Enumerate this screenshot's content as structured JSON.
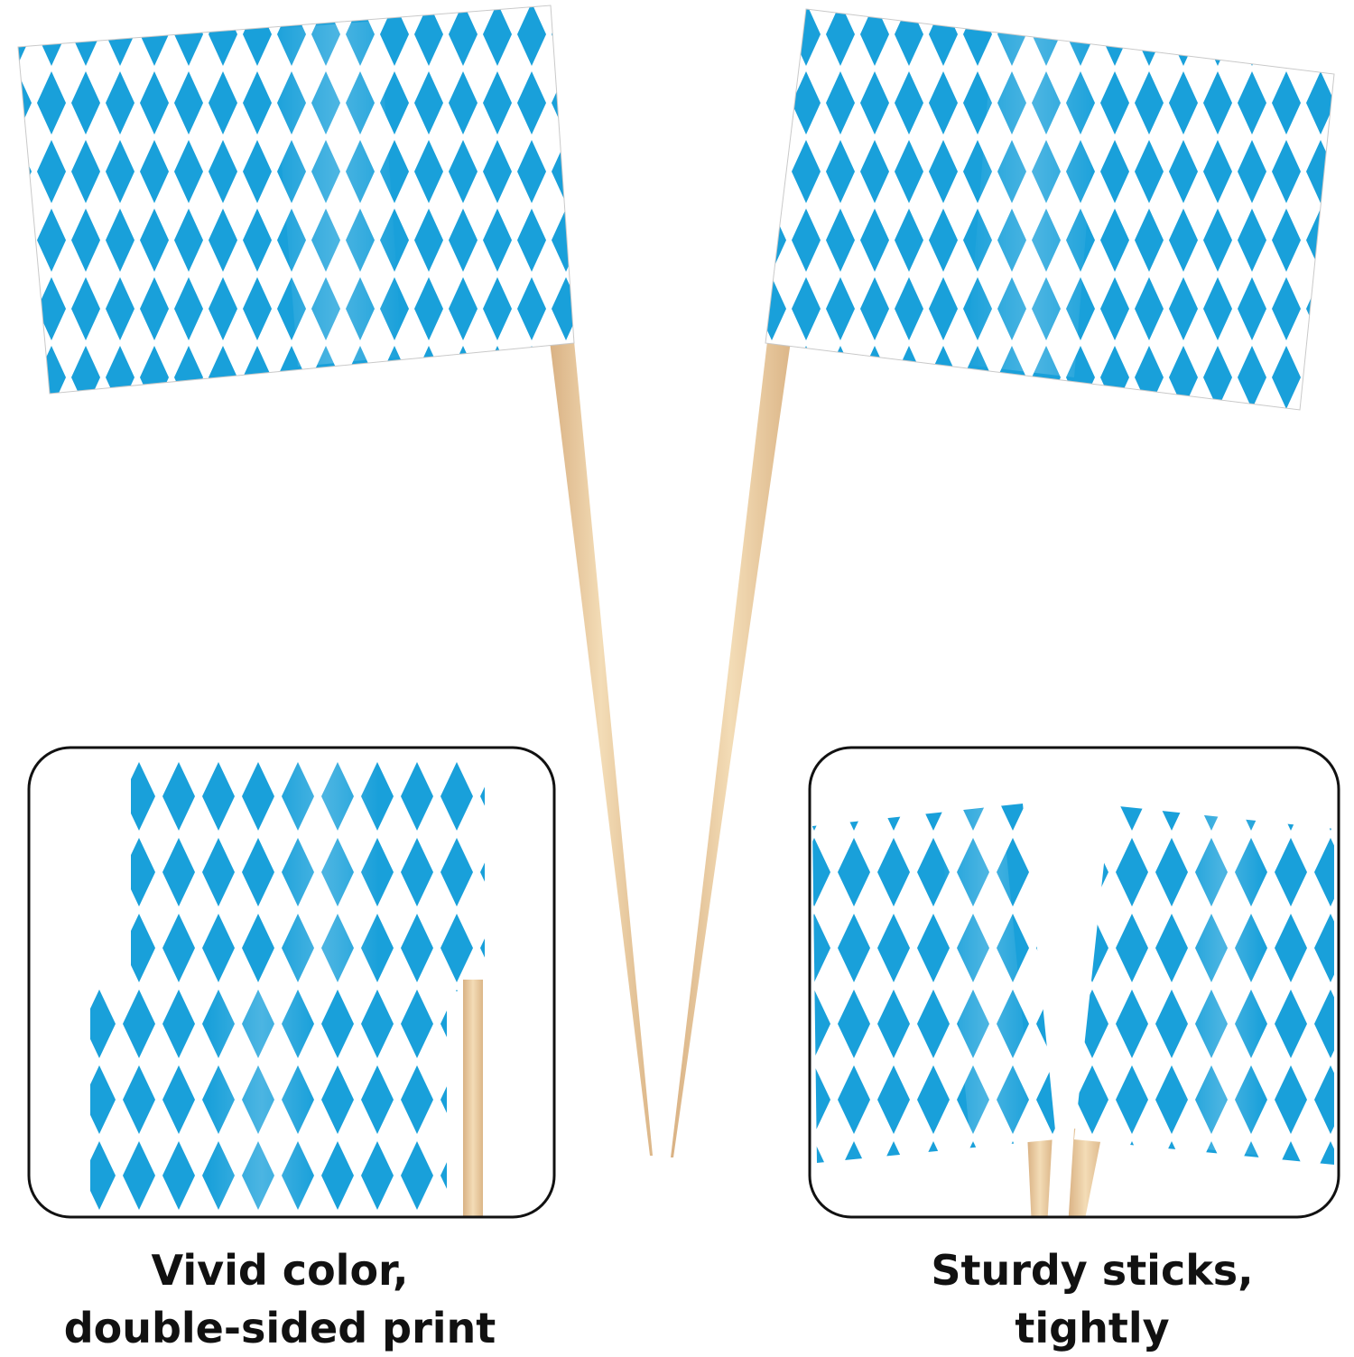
{
  "colors": {
    "flag_blue": "#19a0da",
    "flag_white": "#ffffff",
    "stick_wood": "#e9c99a",
    "panel_border": "#111111",
    "caption_text": "#111111"
  },
  "captions": {
    "left": {
      "line1": "Vivid color,",
      "line2": "double-sided print"
    },
    "right": {
      "line1": "Sturdy sticks,",
      "line2": "tightly"
    }
  }
}
